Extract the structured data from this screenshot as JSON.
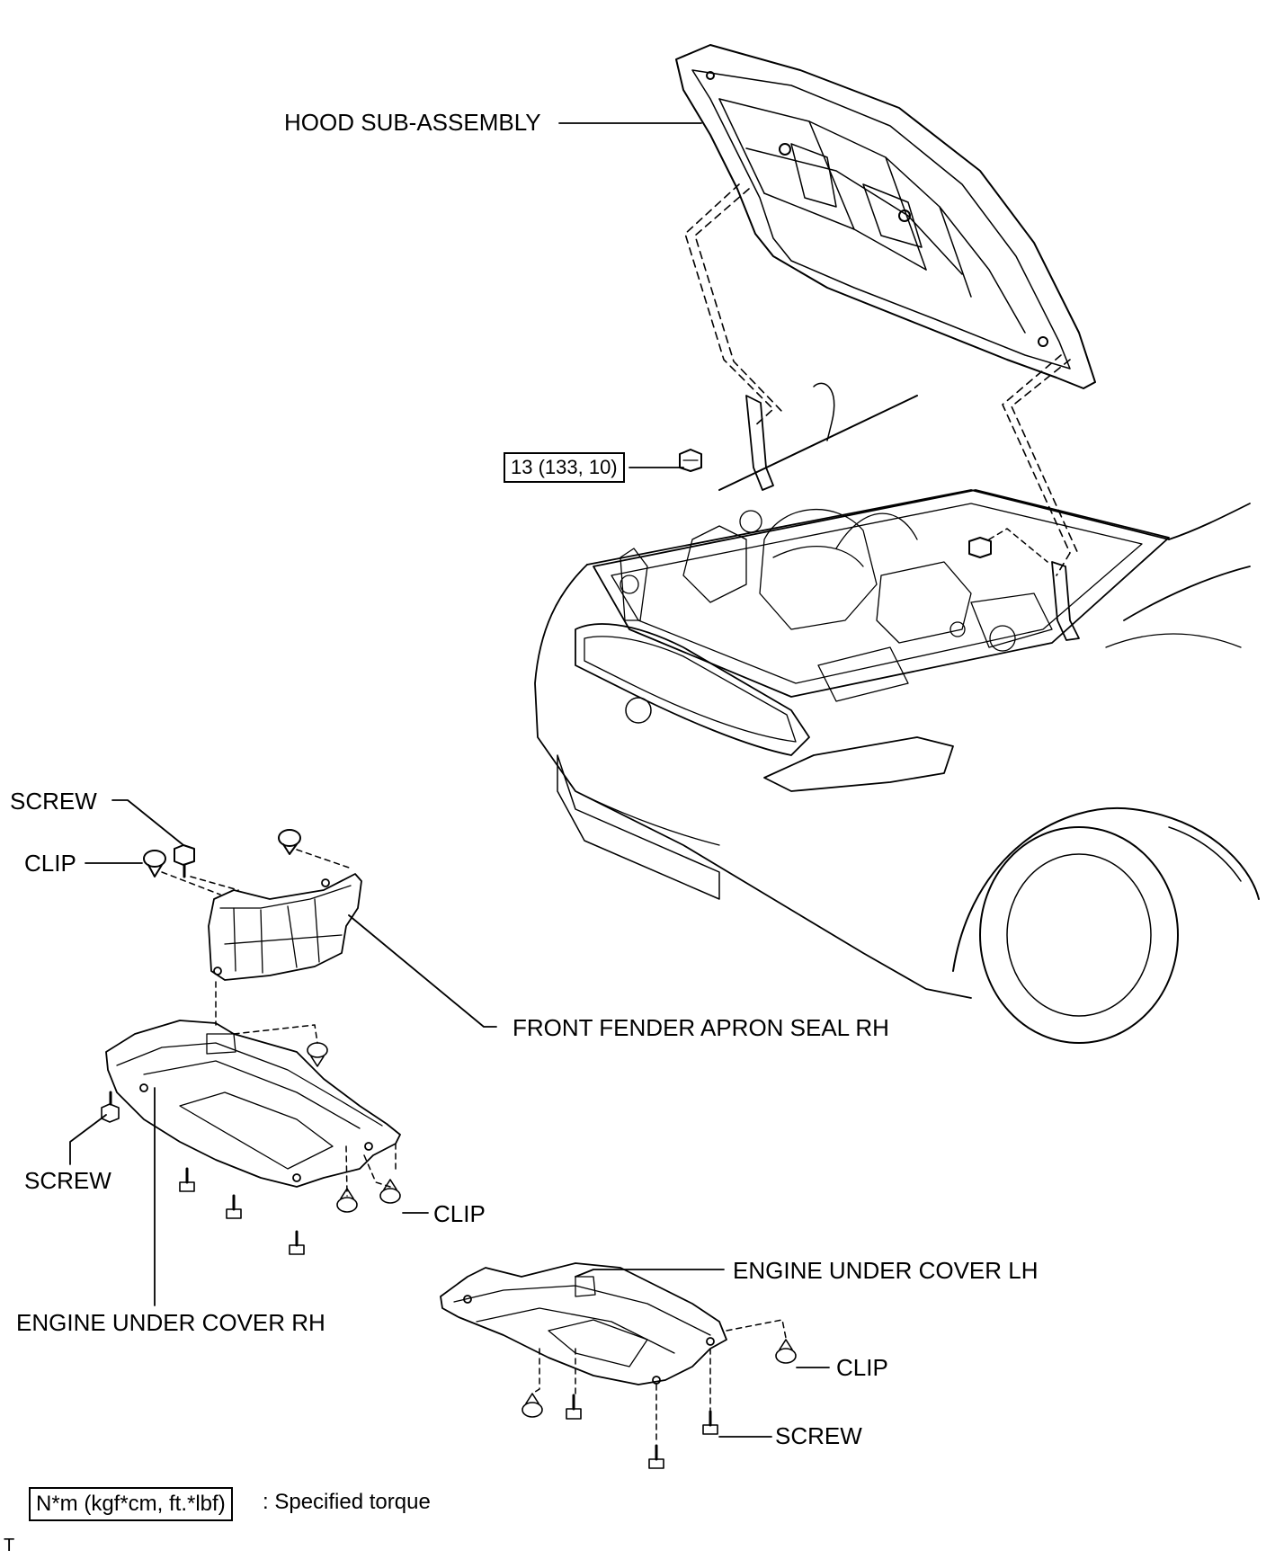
{
  "labels": {
    "hood": "HOOD SUB-ASSEMBLY",
    "torque": "13 (133, 10)",
    "screw_1": "SCREW",
    "clip_1": "CLIP",
    "fender_seal": "FRONT FENDER APRON SEAL RH",
    "screw_2": "SCREW",
    "clip_2": "CLIP",
    "cover_lh": "ENGINE UNDER COVER LH",
    "cover_rh": "ENGINE UNDER COVER RH",
    "clip_3": "CLIP",
    "screw_3": "SCREW"
  },
  "legend": {
    "unit": "N*m (kgf*cm, ft.*lbf)",
    "description": ": Specified torque"
  },
  "corner_mark": "T"
}
